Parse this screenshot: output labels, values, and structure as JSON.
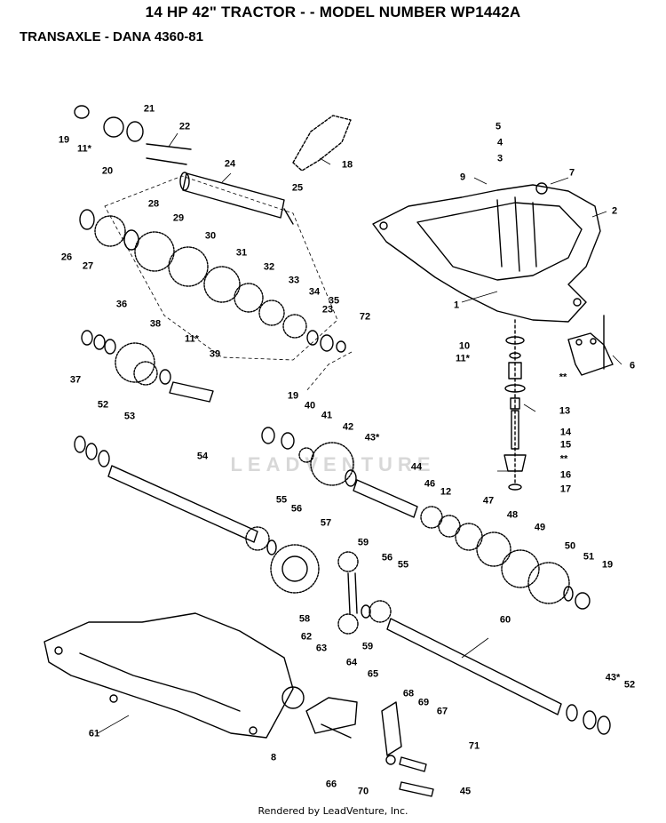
{
  "header": {
    "title": "14 HP 42\" TRACTOR - - MODEL NUMBER WP1442A",
    "subtitle": "TRANSAXLE  - DANA  4360-81"
  },
  "footer": {
    "text": "Rendered by LeadVenture, Inc."
  },
  "watermark": {
    "text": "LEADVENTURE"
  },
  "callouts": [
    "1",
    "2",
    "3",
    "4",
    "5",
    "6",
    "7",
    "8",
    "9",
    "10",
    "11*",
    "12",
    "13",
    "14",
    "15",
    "16",
    "17",
    "18",
    "19",
    "20",
    "21",
    "22",
    "23",
    "24",
    "25",
    "26",
    "27",
    "28",
    "29",
    "30",
    "31",
    "32",
    "33",
    "34",
    "35",
    "36",
    "37",
    "38",
    "39",
    "40",
    "41",
    "42",
    "43*",
    "44",
    "45",
    "46",
    "47",
    "48",
    "49",
    "50",
    "51",
    "52",
    "53",
    "54",
    "55",
    "56",
    "57",
    "58",
    "59",
    "60",
    "61",
    "62",
    "63",
    "64",
    "65",
    "66",
    "67",
    "68",
    "69",
    "70",
    "71",
    "72",
    "**"
  ]
}
